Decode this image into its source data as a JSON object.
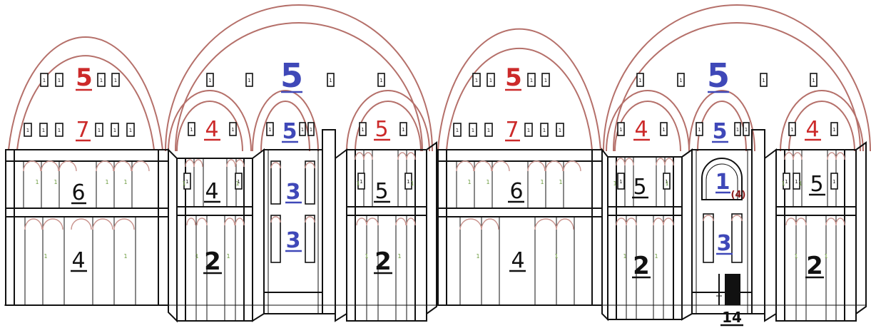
{
  "colors": {
    "red": "#cc2a2a",
    "blue": "#3f48b8",
    "black": "#111111",
    "arch": "#b5706a",
    "green": "#6b9a3d"
  },
  "small_label": "1",
  "labels": {
    "l5a": "5",
    "l7a": "7",
    "l6a": "6",
    "l4a": "4",
    "l4b": "4",
    "l5b": "5",
    "l5c": "5",
    "l3a": "3",
    "l3b": "3",
    "l4c": "4",
    "l5d": "5",
    "l2a": "2",
    "l2b": "2",
    "l5e": "5",
    "l7b": "7",
    "l6b": "6",
    "l4d": "4",
    "l4e": "4",
    "l5f": "5",
    "l5g": "5",
    "l1": "1",
    "l1sub": "(4)",
    "l3c": "3",
    "l4f": "4",
    "l5h": "5",
    "l2c": "2",
    "l2d": "2",
    "l14": "14"
  }
}
